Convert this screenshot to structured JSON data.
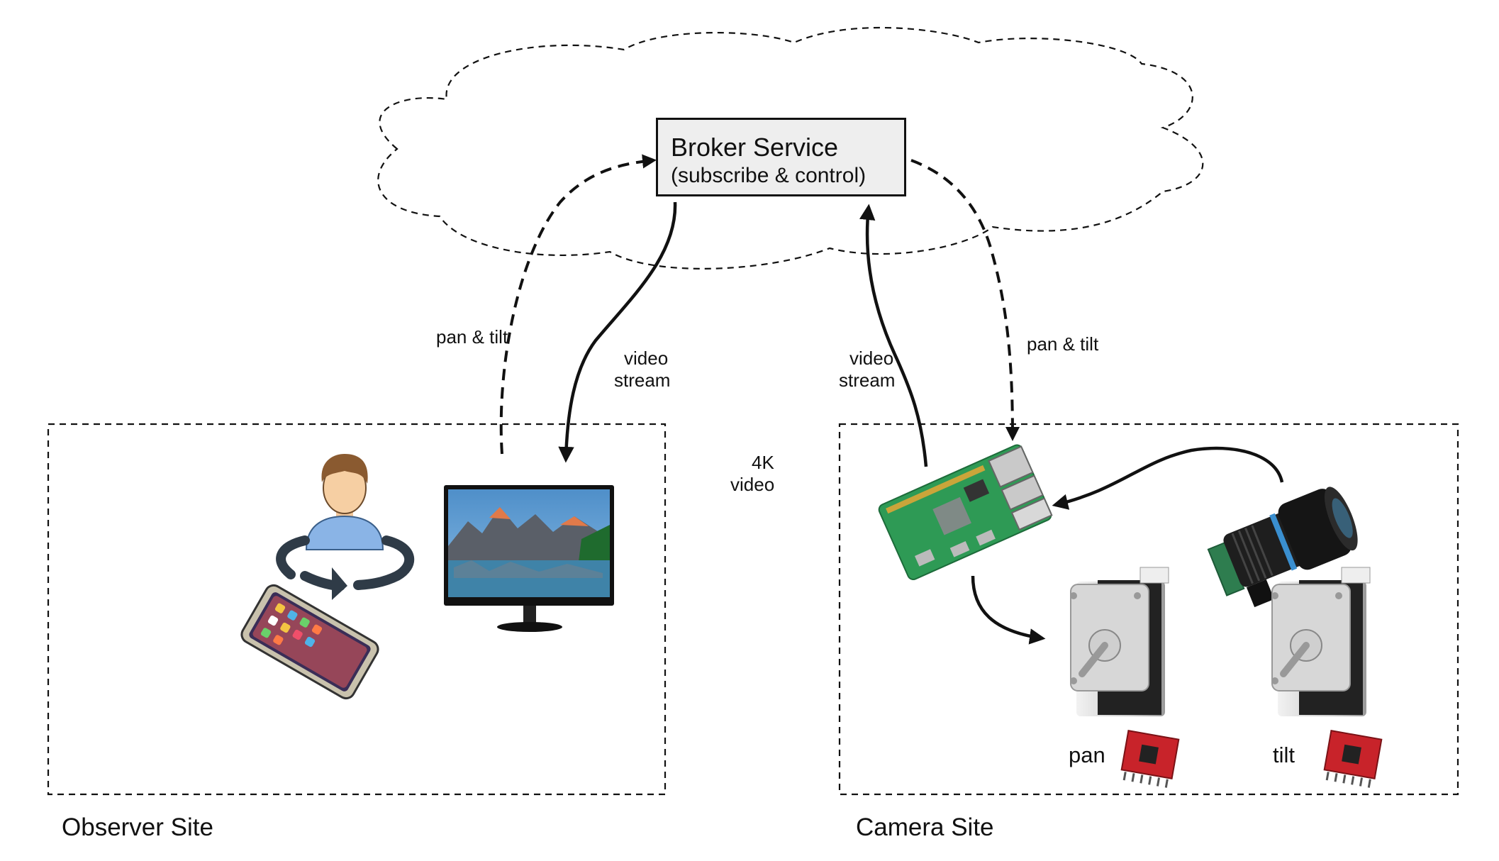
{
  "broker": {
    "title": "Broker Service",
    "subtitle": "(subscribe & control)"
  },
  "arrows": {
    "observer_control": "pan & tilt",
    "observer_stream_line1": "video",
    "observer_stream_line2": "stream",
    "camera_stream_line1": "video",
    "camera_stream_line2": "stream",
    "camera_control": "pan & tilt",
    "video_4k_line1": "4K",
    "video_4k_line2": "video"
  },
  "sites": {
    "observer": "Observer Site",
    "camera": "Camera Site"
  },
  "motors": {
    "pan": "pan",
    "tilt": "tilt"
  },
  "icons": [
    "cloud-icon",
    "user-avatar-icon",
    "rotate-arrow-icon",
    "smartphone-icon",
    "monitor-icon",
    "raspberry-pi-board-icon",
    "camera-lens-icon",
    "stepper-motor-icon",
    "motor-driver-icon"
  ],
  "colors": {
    "stroke": "#111111",
    "box_fill": "#eeeeee",
    "board": "#2e9a55",
    "driver": "#c8232a"
  }
}
